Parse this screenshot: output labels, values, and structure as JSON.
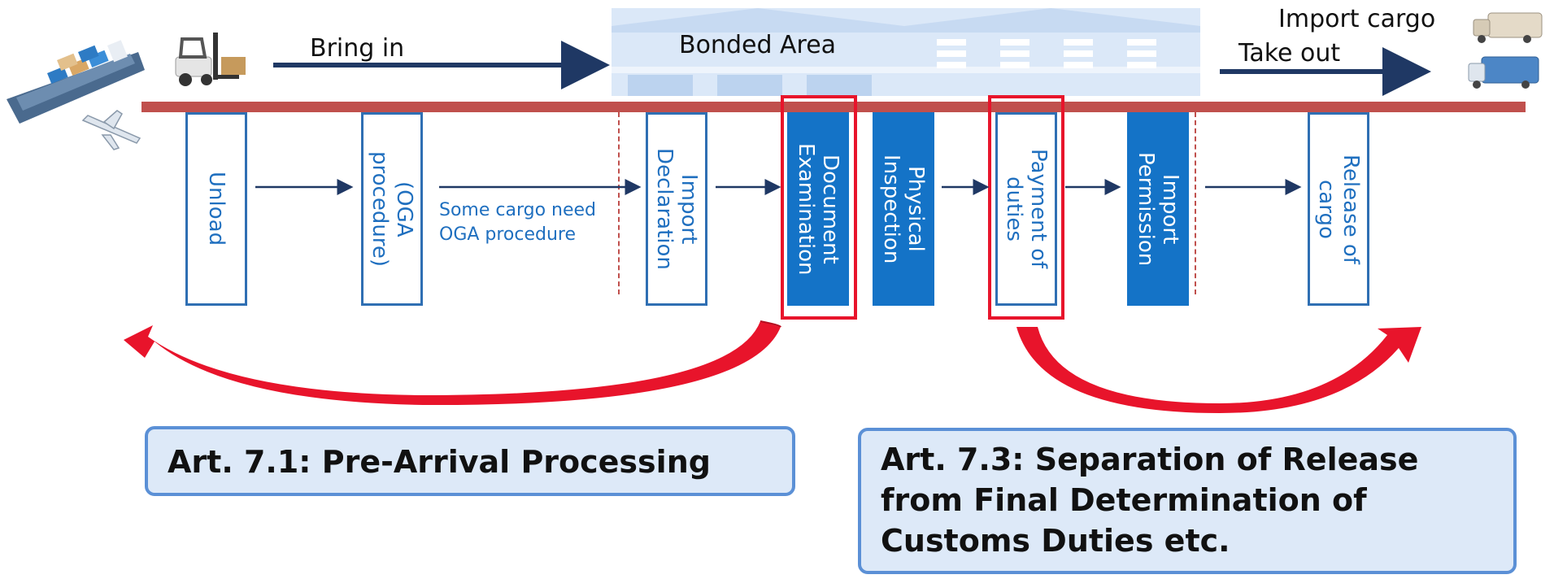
{
  "top": {
    "bring_in": "Bring in",
    "bonded_area": "Bonded Area",
    "import_cargo": "Import cargo",
    "take_out": "Take out"
  },
  "steps": [
    {
      "label": "Unload",
      "filled": false
    },
    {
      "label": "(OGA\nprocedure)",
      "filled": false
    },
    {
      "label": "Import\nDeclaration",
      "filled": false
    },
    {
      "label": "Document\nExamination",
      "filled": true
    },
    {
      "label": "Physical\nInspection",
      "filled": true
    },
    {
      "label": "Payment of\nduties",
      "filled": false
    },
    {
      "label": "Import\nPermission",
      "filled": true
    },
    {
      "label": "Release of\ncargo",
      "filled": false
    }
  ],
  "oga_note": {
    "line1": "Some cargo need",
    "line2": "OGA procedure"
  },
  "articles": {
    "art71": "Art. 7.1: Pre-Arrival Processing",
    "art73_line1": "Art. 7.3: Separation of Release",
    "art73_line2": "from Final Determination of",
    "art73_line3": "Customs Duties etc."
  },
  "colors": {
    "step_blue": "#1473c7",
    "rail_red": "#c0504d",
    "highlight_red": "#e8142b",
    "arrow_navy": "#1f3864",
    "article_border": "#5b90d6"
  },
  "icons": [
    "cargo-ship-icon",
    "airplane-icon",
    "forklift-icon",
    "trucks-icon",
    "warehouse-icon"
  ]
}
